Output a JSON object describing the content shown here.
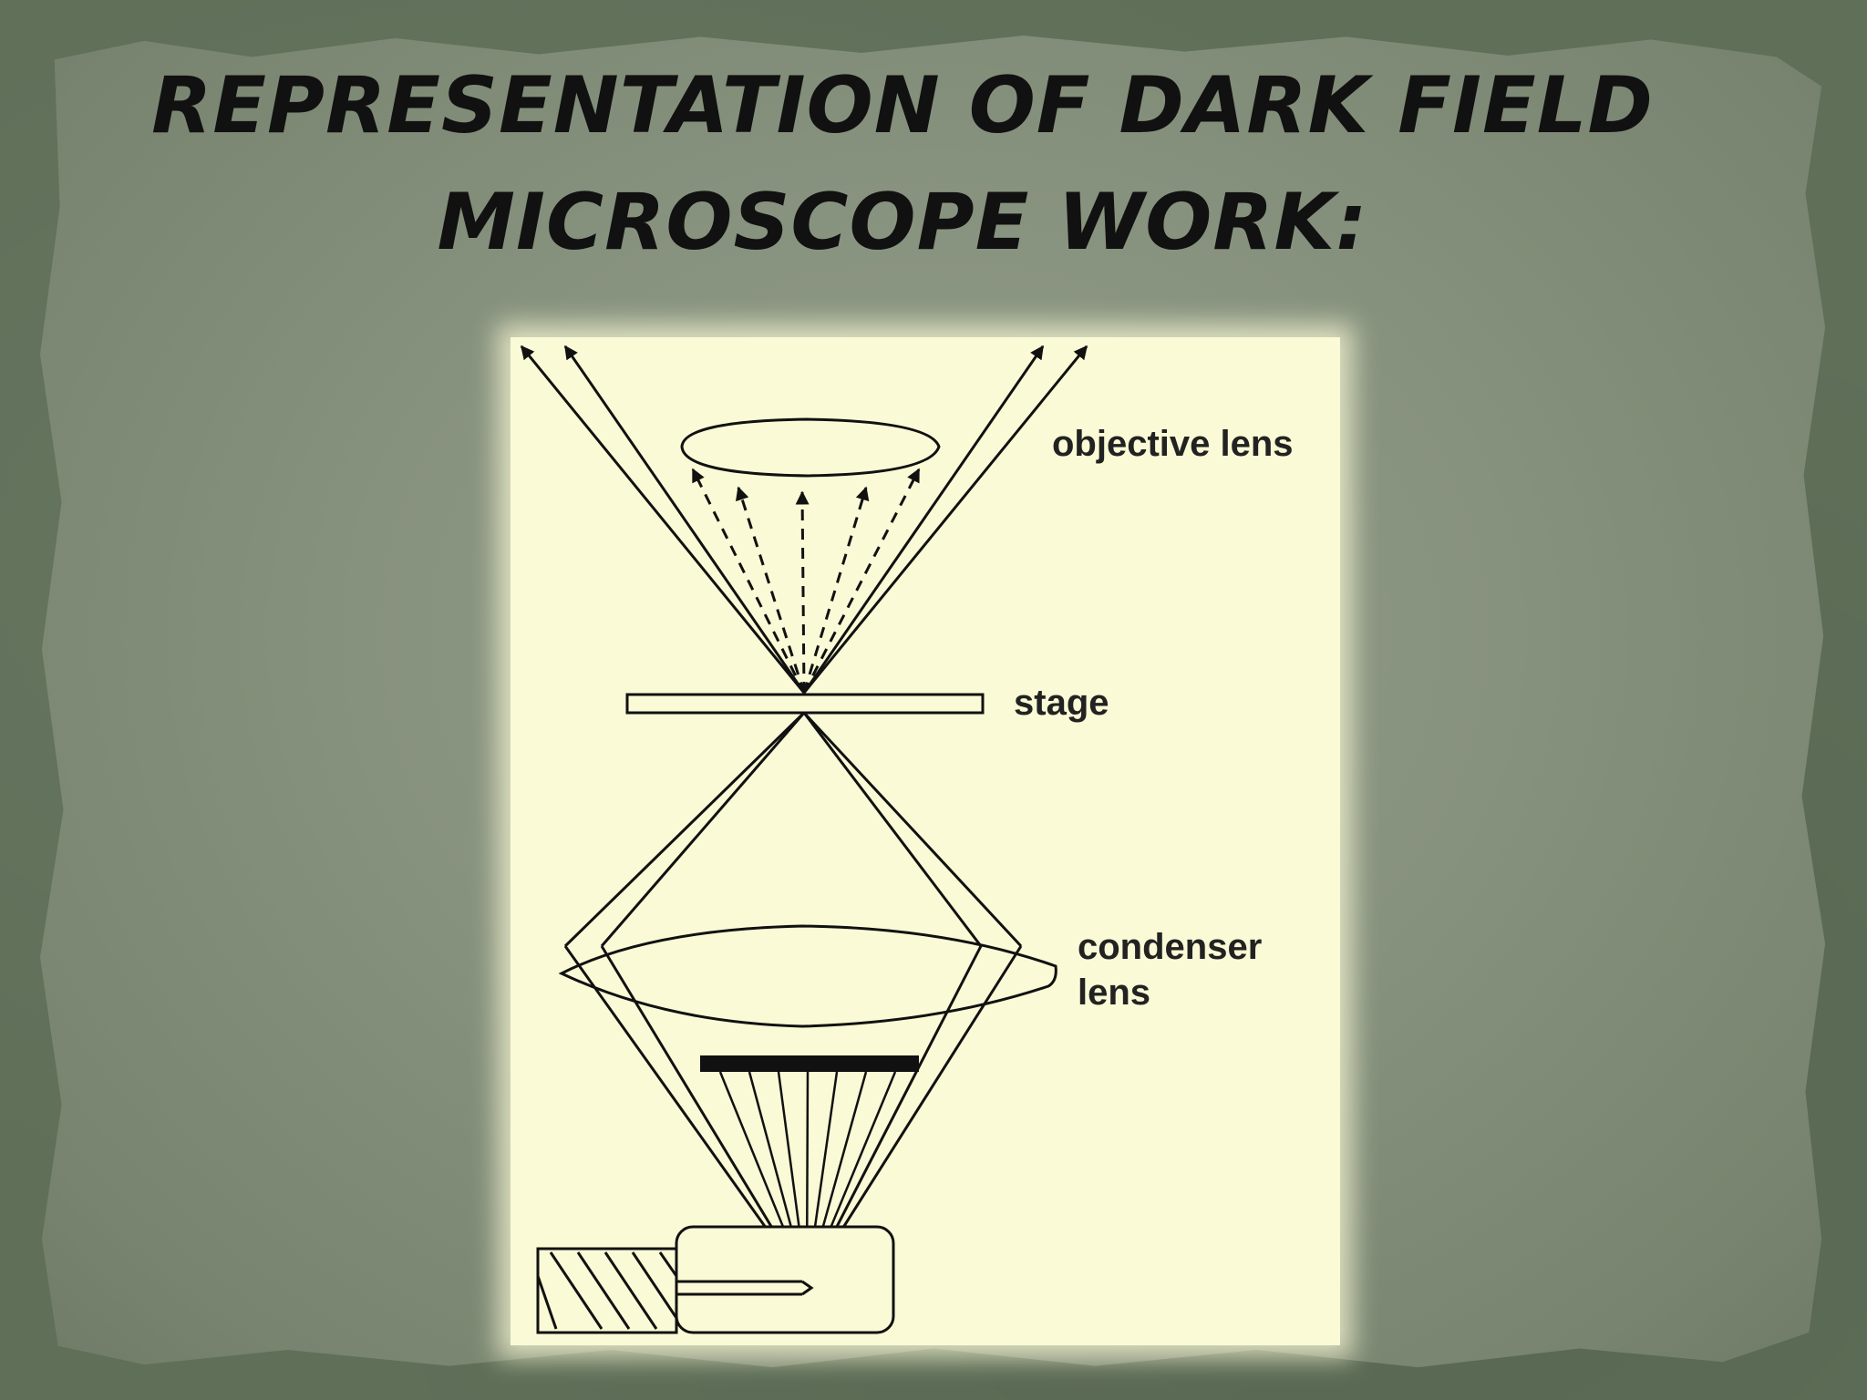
{
  "slide": {
    "title_line1": "REPRESENTATION OF DARK FIELD",
    "title_line2": "MICROSCOPE WORK:"
  },
  "diagram": {
    "labels": {
      "objective": "objective lens",
      "stage": "stage",
      "condenser_line1": "condenser",
      "condenser_line2": "lens"
    },
    "colors": {
      "panel_background": "#fafad6",
      "ink": "#111111"
    }
  }
}
